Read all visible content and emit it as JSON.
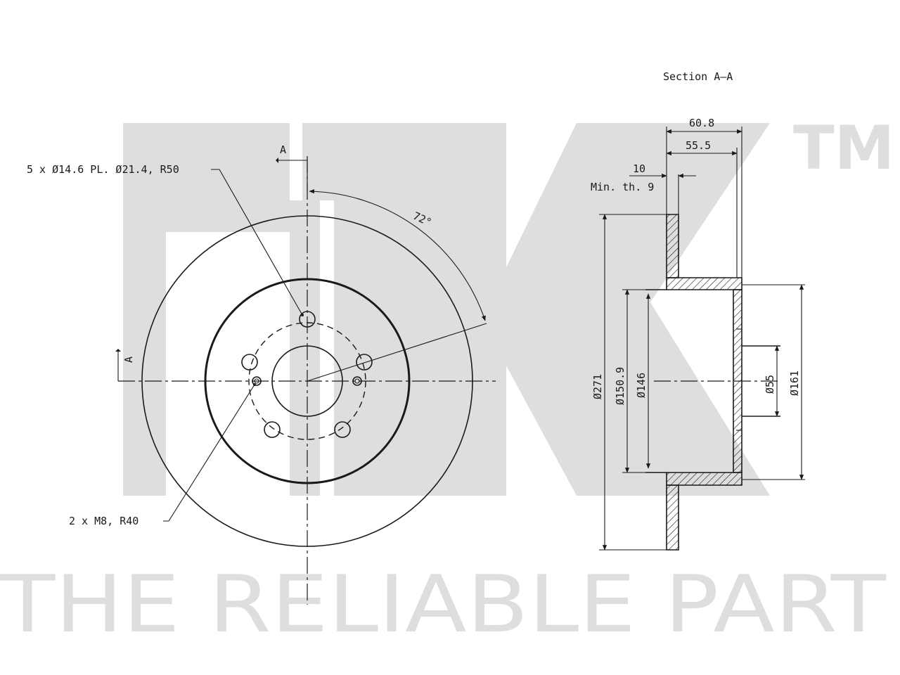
{
  "watermark": {
    "logo": "NK",
    "trademark": "TM",
    "slogan": "THE RELIABLE PART"
  },
  "front_view": {
    "section_marker_top": "A",
    "section_marker_left": "A",
    "hole_note": "5 x Ø14.6 PL. Ø21.4, R50",
    "thread_note": "2 x M8, R40",
    "angle": "72°"
  },
  "section_view": {
    "title": "Section A–A",
    "overall_height": "60.8",
    "hat_height": "55.5",
    "thickness": "10",
    "min_thickness": "Min. th. 9",
    "dia_outer": "Ø271",
    "dia_hat_outer": "Ø150.9",
    "dia_hat_inner": "Ø146",
    "dia_center_bore": "Ø55",
    "dia_161": "Ø161"
  }
}
